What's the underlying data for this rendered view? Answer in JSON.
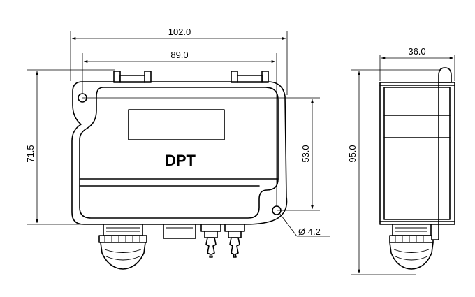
{
  "product_label": "DPT",
  "dimensions": {
    "front_total_width": "102.0",
    "front_hole_spacing": "89.0",
    "front_height": "71.5",
    "front_right_height": "53.0",
    "hole_diameter": "Ø 4.2",
    "side_width": "36.0",
    "side_height": "95.0"
  }
}
